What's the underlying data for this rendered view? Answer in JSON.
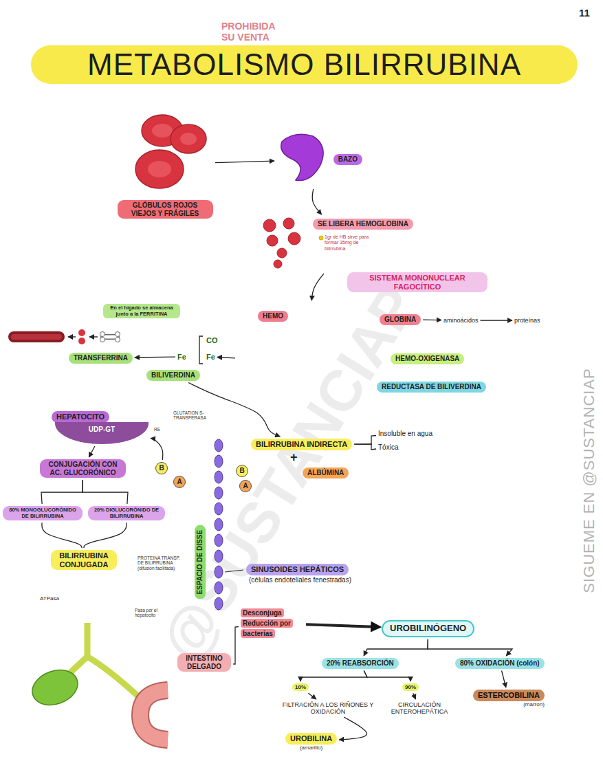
{
  "diagram": {
    "title": "METABOLISMO BILIRRUBINA",
    "nodes": [
      {
        "text": [
          "GLÓBULOS ROJOS VIEJOS Y FRÁGILES"
        ]
      },
      {
        "text": [
          "BAZO"
        ]
      },
      {
        "text": [
          "SE LIBERA HEMOGLOBINA"
        ]
      },
      {
        "text": [
          "SISTEMA MONONUCLEAR FAGOCÍTICO"
        ]
      },
      {
        "text": [
          "HEMO"
        ],
        "in": 3
      },
      {
        "text": [
          "GLOBINA"
        ]
      },
      {
        "text": [
          "aminoácidos"
        ]
      },
      {
        "text": [
          "proteínas"
        ]
      },
      {
        "text": [
          "HEMO-OXIGENASA"
        ]
      },
      {
        "text": [
          "REDUCTASA DE BILIVERDINA"
        ]
      },
      {
        "text": [
          "En el hígado se almacena junto a la FERRITINA"
        ]
      },
      {
        "text": [
          "TRANSFERRINA"
        ]
      },
      {
        "text": [
          "Fe"
        ]
      },
      {
        "text": [
          "CO"
        ]
      },
      {
        "text": [
          "Fe"
        ]
      },
      {
        "text": [
          "BILIVERDINA"
        ]
      },
      {
        "text": [
          "BILIRRUBINA INDIRECTA"
        ]
      },
      {
        "text": [
          "Insoluble en agua"
        ]
      },
      {
        "text": [
          "Tóxica"
        ]
      },
      {
        "text": [
          "ALBÚMINA"
        ]
      },
      {
        "text": [
          "HEPATOCITO"
        ]
      },
      {
        "text": [
          "UDP-GT"
        ],
        "in": 20
      },
      {
        "text": [
          "CONJUGACIÓN CON AC. GLUCORÓNICO"
        ],
        "in": 20
      },
      {
        "text": [
          "80% MONOGLUCORÓNIDO DE BILIRRUBINA"
        ],
        "in": 20
      },
      {
        "text": [
          "20% DIGLUCORÓNIDO DE BILIRRUBINA"
        ],
        "in": 20
      },
      {
        "text": [
          "BILIRRUBINA CONJUGADA"
        ],
        "in": 20
      },
      {
        "text": [
          "B"
        ],
        "in": 20
      },
      {
        "text": [
          "A"
        ],
        "in": 20
      },
      {
        "text": [
          "B"
        ]
      },
      {
        "text": [
          "A"
        ]
      },
      {
        "text": [
          "ESPACIO DE DISSE"
        ]
      },
      {
        "text": [
          "SINUSOIDES HEPÁTICOS",
          "(células endoteliales fenestradas)"
        ]
      },
      {
        "text": [
          "INTESTINO DELGADO"
        ]
      },
      {
        "text": [
          "Desconjuga Reducción por bacterias"
        ]
      },
      {
        "text": [
          "UROBILINÓGENO"
        ]
      },
      {
        "text": [
          "20% REABSORCIÓN"
        ]
      },
      {
        "text": [
          "80% OXIDACIÓN (colón)"
        ]
      },
      {
        "text": [
          "10%"
        ]
      },
      {
        "text": [
          "90%"
        ]
      },
      {
        "text": [
          "FILTRACIÓN A LOS RIÑONES Y OXIDACIÓN"
        ]
      },
      {
        "text": [
          "CIRCULACIÓN ENTEROHEPÁTICA"
        ]
      },
      {
        "text": [
          "UROBILINA",
          "(amarillo)"
        ]
      },
      {
        "text": [
          "ESTERCOBILINA",
          "(marrón)"
        ]
      }
    ],
    "edges": [
      {
        "from": 0,
        "to": 1,
        "arrow": "to"
      },
      {
        "from": 1,
        "to": 2,
        "arrow": "to"
      },
      {
        "from": 2,
        "to": 3,
        "arrow": "to"
      },
      {
        "from": 5,
        "to": 6,
        "arrow": "to"
      },
      {
        "from": 6,
        "to": 7,
        "arrow": "to"
      },
      {
        "from": 3,
        "to": 14,
        "arrow": "to"
      },
      {
        "from": 12,
        "to": 11,
        "arrow": "to"
      },
      {
        "from": 15,
        "to": 16,
        "arrow": "to"
      },
      {
        "from": 16,
        "to": 17,
        "arrow": "none"
      },
      {
        "from": 16,
        "to": 18,
        "arrow": "none"
      },
      {
        "from": 26,
        "to": 21,
        "arrow": "to"
      },
      {
        "from": 21,
        "to": 22,
        "arrow": "to"
      },
      {
        "from": 22,
        "to": 23,
        "arrow": "none"
      },
      {
        "from": 22,
        "to": 24,
        "arrow": "none"
      },
      {
        "from": 23,
        "to": 25,
        "arrow": "none"
      },
      {
        "from": 24,
        "to": 25,
        "arrow": "none"
      },
      {
        "from": 32,
        "to": 33,
        "arrow": "none"
      },
      {
        "from": 33,
        "to": 34,
        "arrow": "to"
      },
      {
        "from": 34,
        "to": 35,
        "arrow": "to"
      },
      {
        "from": 34,
        "to": 36,
        "arrow": "to"
      },
      {
        "from": 35,
        "to": 37,
        "arrow": "to"
      },
      {
        "from": 35,
        "to": 38,
        "arrow": "to"
      },
      {
        "from": 37,
        "to": 39,
        "arrow": "to"
      },
      {
        "from": 38,
        "to": 40,
        "arrow": "to"
      },
      {
        "from": 39,
        "to": 41,
        "arrow": "to"
      },
      {
        "from": 36,
        "to": 42,
        "arrow": "to"
      }
    ],
    "labels": [
      "11",
      "PROHIBIDA SU VENTA",
      "1gr de HB sirve para formar 35mg de bilirrubina",
      "GLUTATION S-TRANSFERASA",
      "RE",
      "PROTEINA TRANSP. DE BILIRRUBINA (difusión facilitada)",
      "ATPasa",
      "Pasa por el hepatocito",
      "+",
      "SIGUEME EN @SUSTANCIAP",
      "@SUSTANCIAP"
    ]
  }
}
